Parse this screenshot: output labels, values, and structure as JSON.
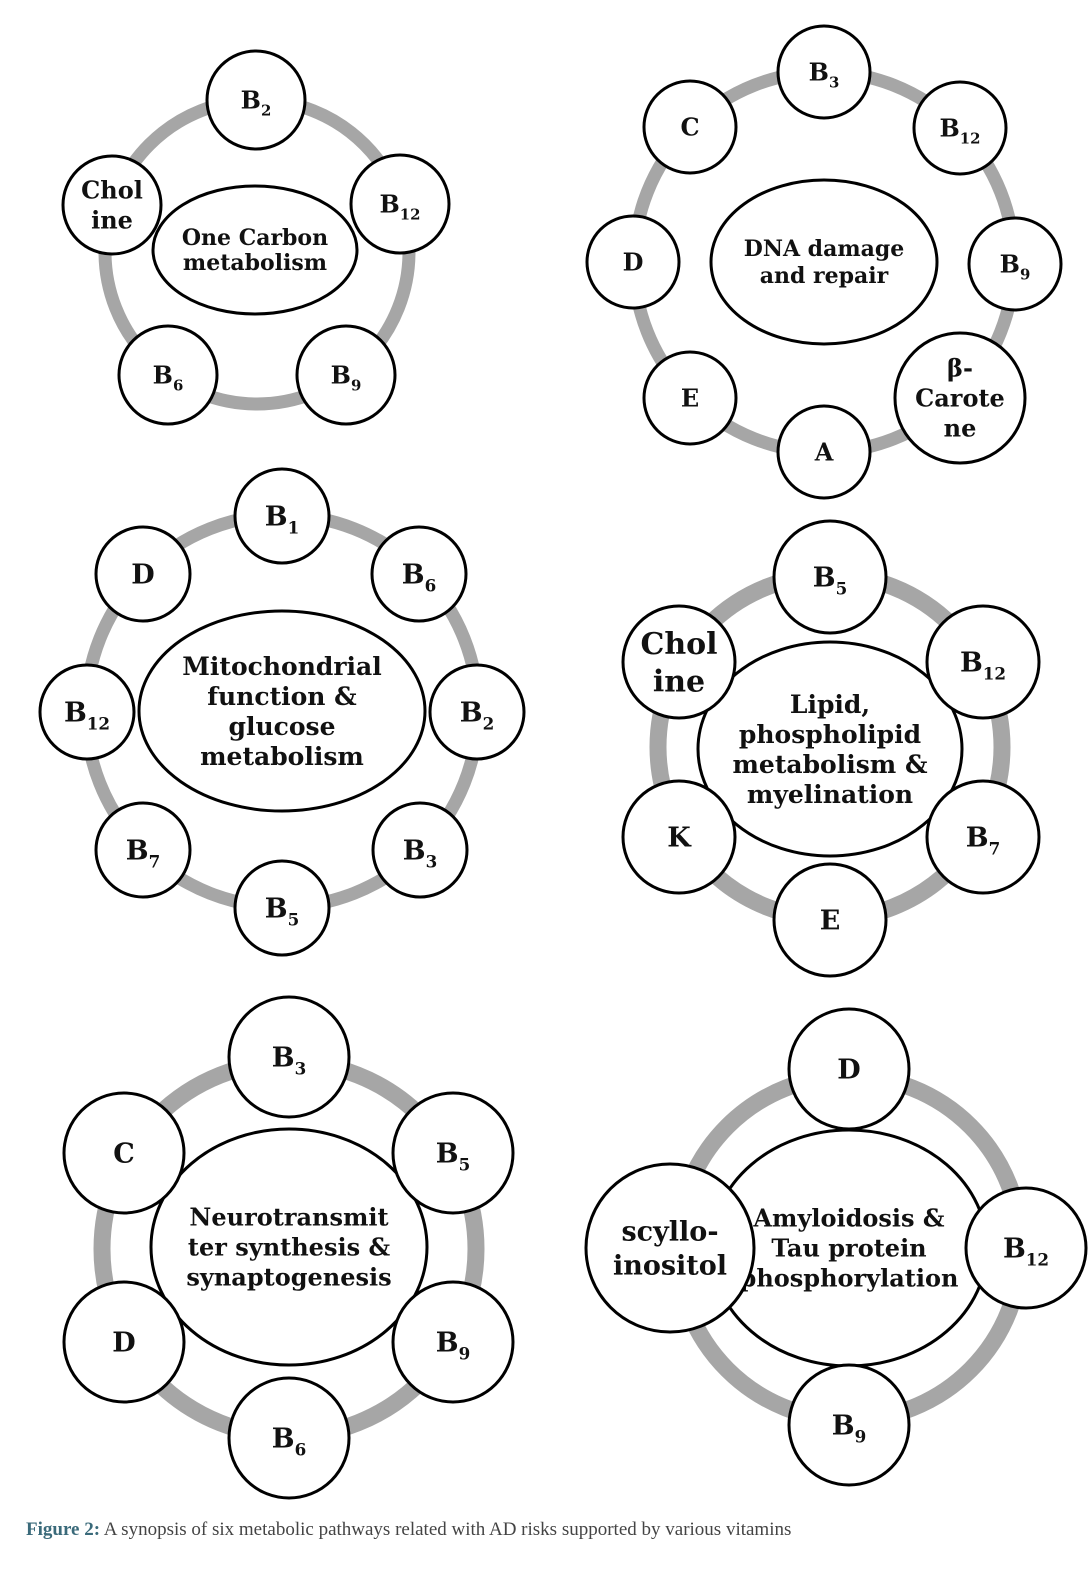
{
  "diagrams": [
    {
      "center_lines": [
        "One Carbon",
        "metabolism"
      ],
      "nodes": [
        {
          "base": "B",
          "sub": "2"
        },
        {
          "base": "B",
          "sub": "12"
        },
        {
          "base": "B",
          "sub": "9"
        },
        {
          "base": "B",
          "sub": "6"
        },
        {
          "lines": [
            "Chol",
            "ine"
          ]
        }
      ]
    },
    {
      "center_lines": [
        "DNA damage",
        "and repair"
      ],
      "nodes": [
        {
          "base": "B",
          "sub": "3"
        },
        {
          "base": "B",
          "sub": "12"
        },
        {
          "base": "B",
          "sub": "9"
        },
        {
          "lines": [
            "β-",
            "Carote",
            "ne"
          ]
        },
        {
          "base": "A"
        },
        {
          "base": "E"
        },
        {
          "base": "D"
        },
        {
          "base": "C"
        }
      ]
    },
    {
      "center_lines": [
        "Mitochondrial",
        "function &",
        "glucose",
        "metabolism"
      ],
      "nodes": [
        {
          "base": "B",
          "sub": "1"
        },
        {
          "base": "B",
          "sub": "6"
        },
        {
          "base": "B",
          "sub": "2"
        },
        {
          "base": "B",
          "sub": "3"
        },
        {
          "base": "B",
          "sub": "5"
        },
        {
          "base": "B",
          "sub": "7"
        },
        {
          "base": "B",
          "sub": "12"
        },
        {
          "base": "D"
        }
      ]
    },
    {
      "center_lines": [
        "Lipid,",
        "phospholipid",
        "metabolism &",
        "myelination"
      ],
      "nodes": [
        {
          "base": "B",
          "sub": "5"
        },
        {
          "base": "B",
          "sub": "12"
        },
        {
          "base": "B",
          "sub": "7"
        },
        {
          "base": "E"
        },
        {
          "base": "K"
        },
        {
          "lines": [
            "Chol",
            "ine"
          ]
        }
      ]
    },
    {
      "center_lines": [
        "Neurotransmit",
        "ter synthesis &",
        "synaptogenesis"
      ],
      "nodes": [
        {
          "base": "B",
          "sub": "3"
        },
        {
          "base": "B",
          "sub": "5"
        },
        {
          "base": "B",
          "sub": "9"
        },
        {
          "base": "B",
          "sub": "6"
        },
        {
          "base": "D"
        },
        {
          "base": "C"
        }
      ]
    },
    {
      "center_lines": [
        "Amyloidosis &",
        "Tau protein",
        "phosphorylation"
      ],
      "nodes": [
        {
          "base": "D"
        },
        {
          "base": "B",
          "sub": "12"
        },
        {
          "base": "B",
          "sub": "9"
        },
        {
          "lines": [
            "scyllo-",
            "inositol"
          ]
        }
      ]
    }
  ],
  "caption": {
    "label": "Figure 2:",
    "text": " A synopsis of six metabolic pathways related with AD risks supported by various vitamins"
  }
}
